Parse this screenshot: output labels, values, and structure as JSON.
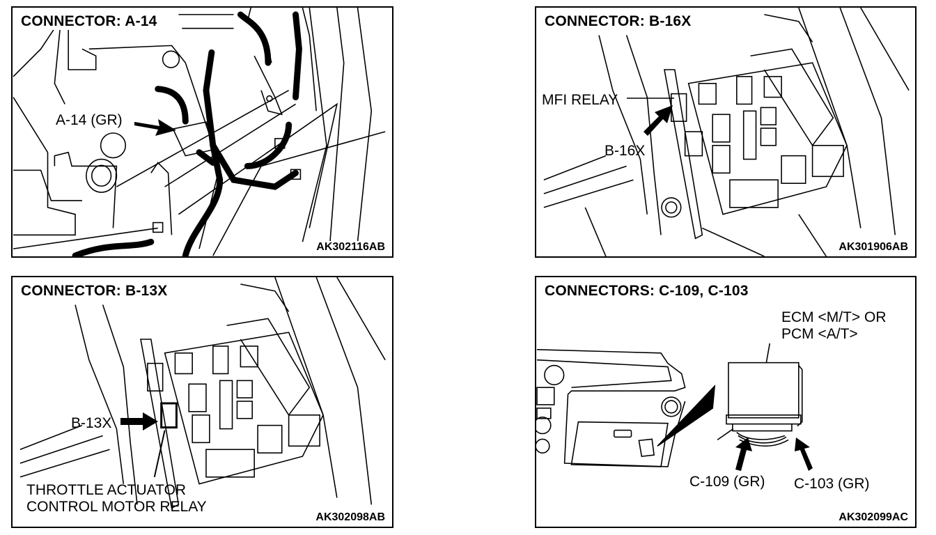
{
  "panels": [
    {
      "title": "CONNECTOR: A-14",
      "callouts": [
        "A-14 (GR)"
      ],
      "figure_code": "AK302116AB"
    },
    {
      "title": "CONNECTOR: B-16X",
      "callouts": [
        "MFI RELAY",
        "B-16X"
      ],
      "figure_code": "AK301906AB"
    },
    {
      "title": "CONNECTOR: B-13X",
      "callouts": [
        "B-13X",
        "THROTTLE ACTUATOR",
        "CONTROL MOTOR RELAY"
      ],
      "figure_code": "AK302098AB"
    },
    {
      "title": "CONNECTORS: C-109, C-103",
      "callouts": [
        "ECM <M/T> OR",
        "PCM <A/T>",
        "C-109 (GR)",
        "C-103 (GR)"
      ],
      "figure_code": "AK302099AC"
    }
  ]
}
